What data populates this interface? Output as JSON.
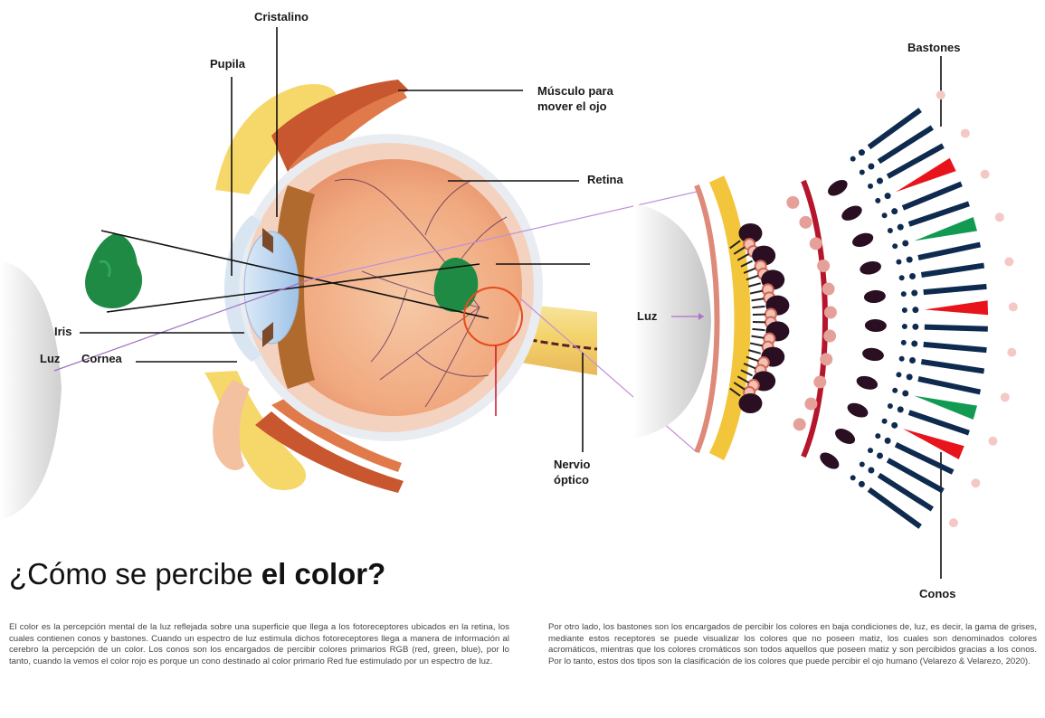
{
  "labels": {
    "cristalino": "Cristalino",
    "pupila": "Pupila",
    "musculo": "Músculo para\nmover el ojo",
    "retina": "Retina",
    "iris": "Iris",
    "luz_left": "Luz",
    "cornea": "Cornea",
    "nervio": "Nervio\nóptico",
    "luz_right": "Luz",
    "bastones": "Bastones",
    "conos": "Conos"
  },
  "title": {
    "light": "¿Cómo se percibe ",
    "bold": "el color?"
  },
  "paragraphs": {
    "left": "El color es la percepción mental de la luz reflejada sobre una superficie que llega a los fotoreceptores ubicados en la retina, los cuales contienen conos y bastones. Cuando un espectro de luz estimula dichos fotoreceptores llega a manera de información al cerebro la percepción de un color. Los conos son los encargados de percibir colores primarios RGB (red, green, blue), por lo tanto, cuando la vemos el color rojo es porque un cono destinado al color primario Red fue estimulado por un espectro de luz.",
    "right": "Por otro lado, los bastones son los encargados de percibir los colores en baja condiciones de, luz, es decir, la gama de grises, mediante estos receptores se puede visualizar los colores que no poseen matiz, los cuales son denominados colores acromáticos, mientras que los colores cromáticos son todos aquellos que poseen matiz y son percibidos gracias a los conos. Por lo tanto, estos dos tipos son la clasificación de los colores que puede percibir el ojo humano (Velarezo & Velarezo, 2020)."
  },
  "colors": {
    "muscle": "#c0502c",
    "fat": "#f6d86a",
    "sclera": "#f4d2c0",
    "retina_band": "#f3c53a",
    "cone_red": "#e8141b",
    "cone_green": "#139a52",
    "rod_navy": "#0e2a4f",
    "cell_dark": "#2a0f22",
    "object_green": "#1e8a44",
    "callout_purple": "#b070c8"
  }
}
